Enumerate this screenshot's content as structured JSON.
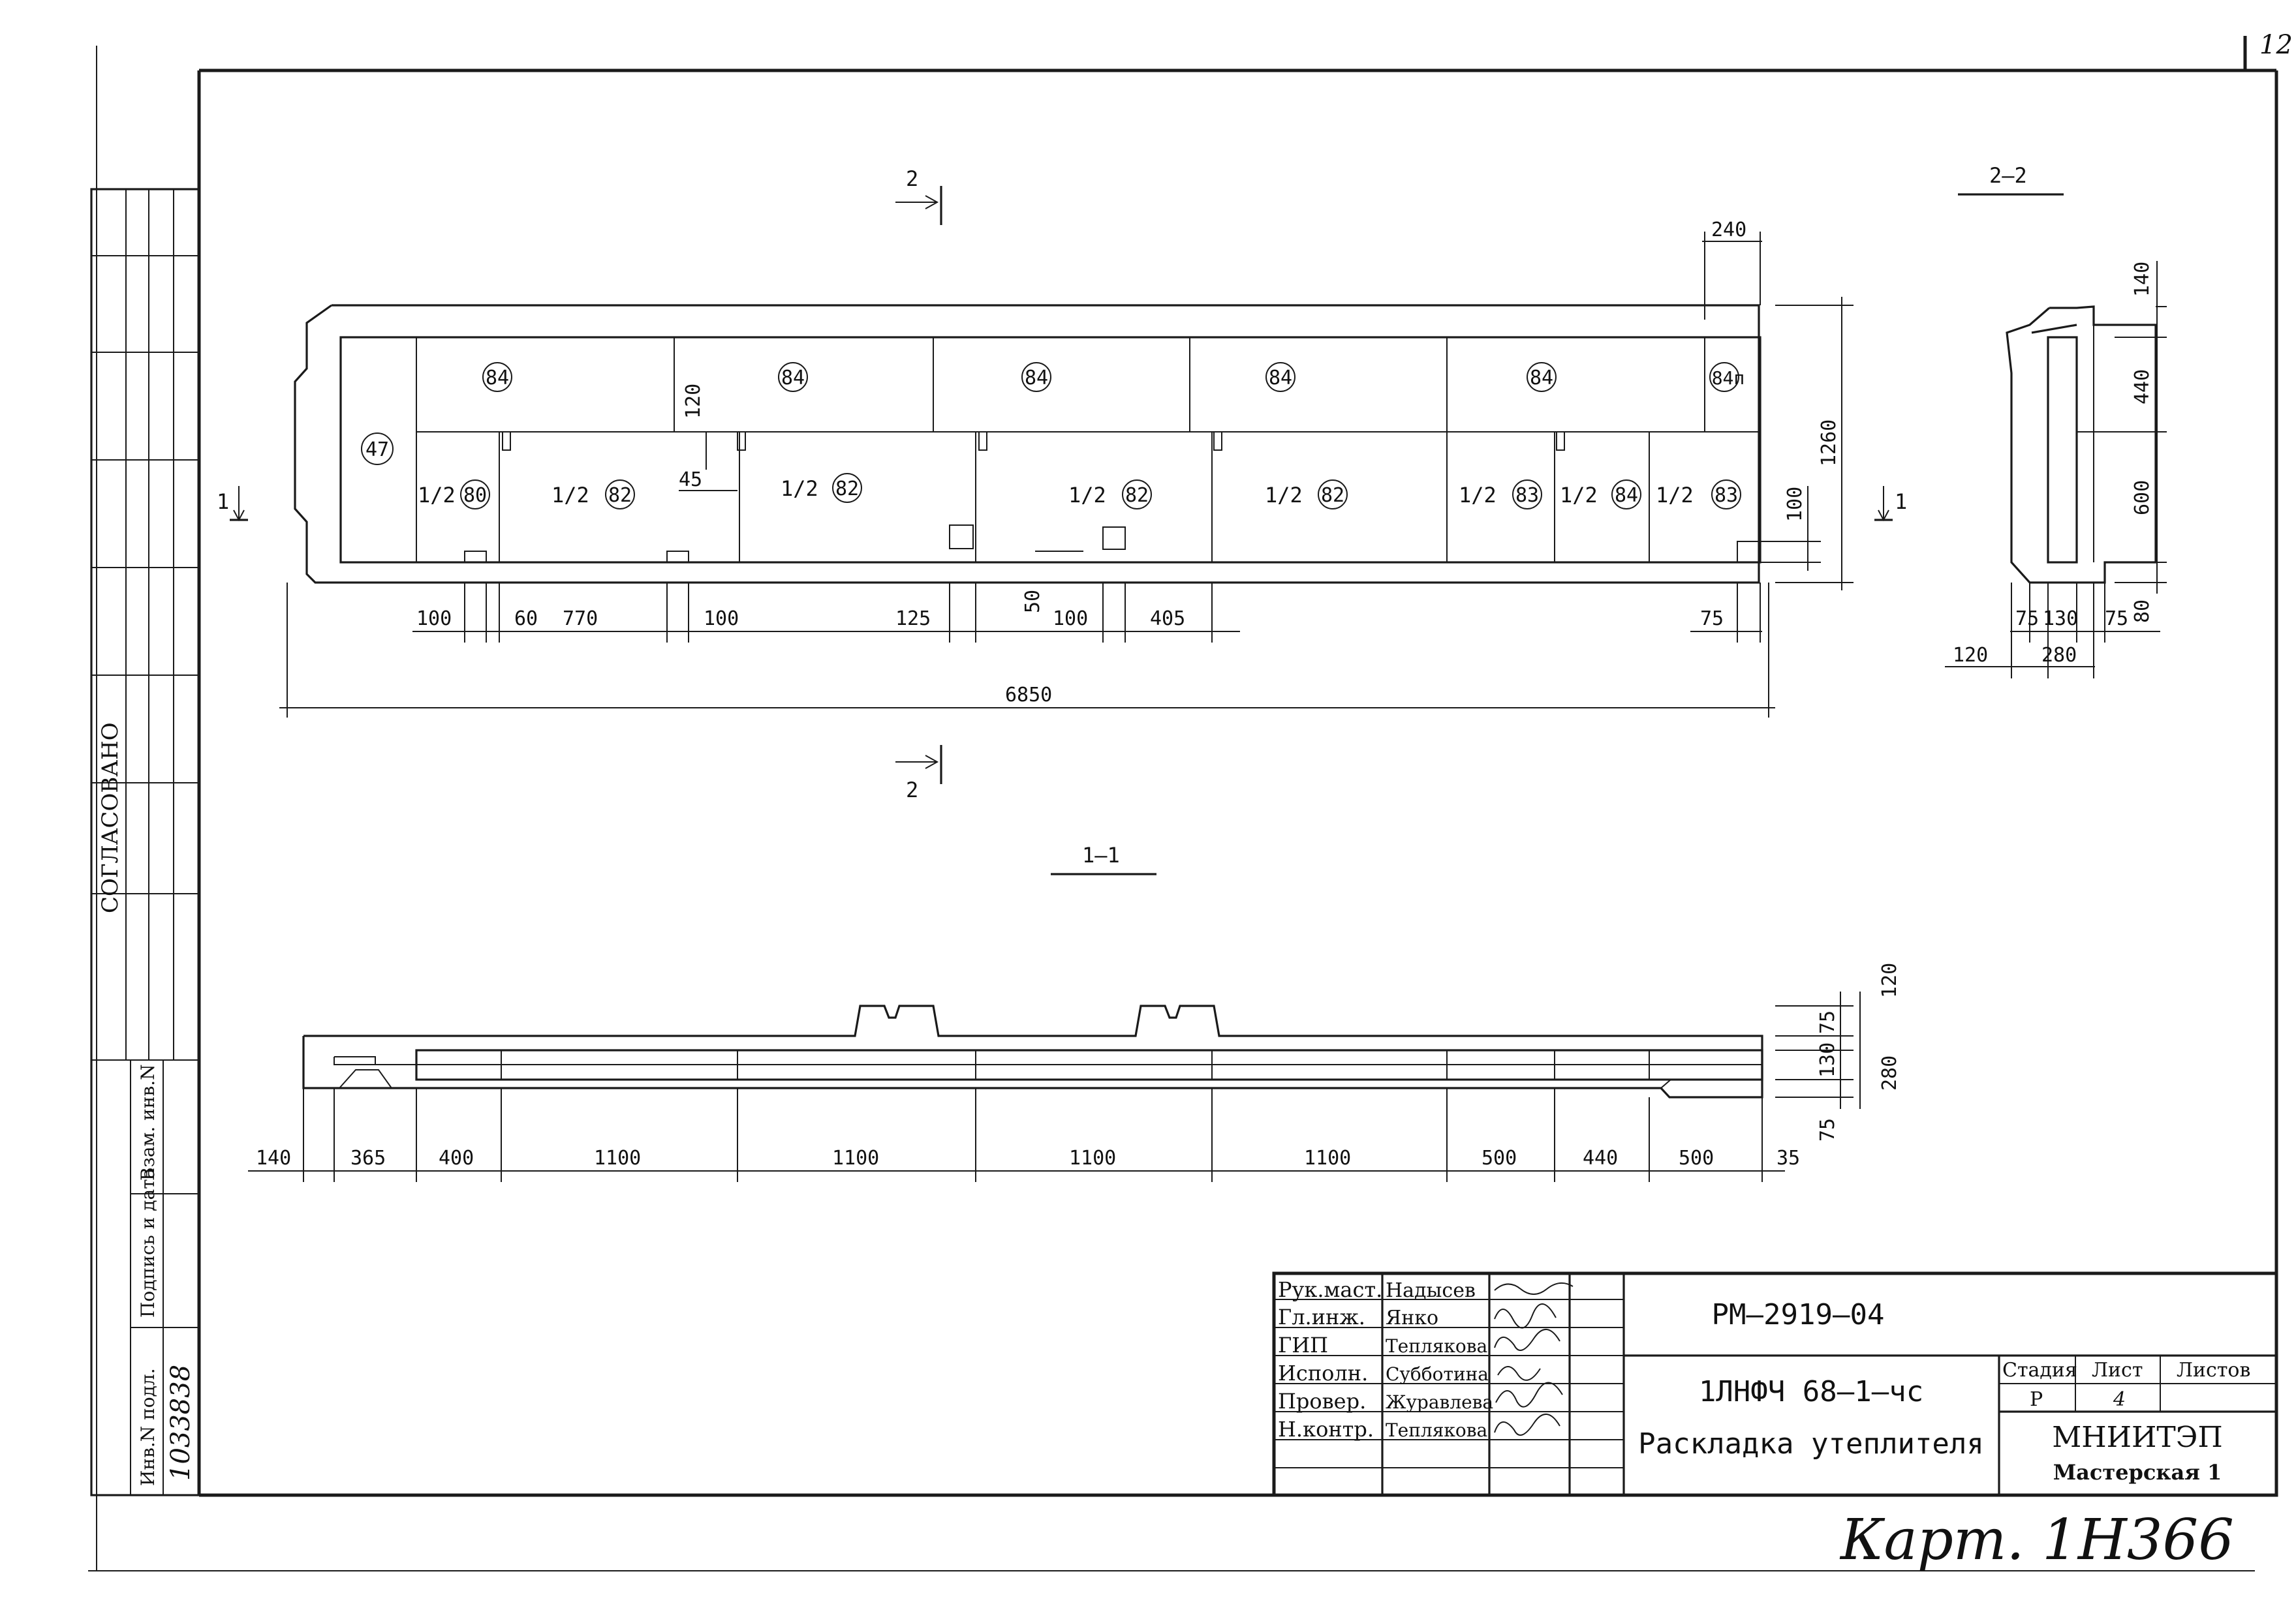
{
  "corner_number": "12",
  "sections": {
    "cut_2_top": "2",
    "cut_2_bottom": "2",
    "cut_1_left": "1",
    "cut_1_right": "1",
    "section_2_2": "2–2",
    "section_1_1": "1–1"
  },
  "plan": {
    "marks_top": [
      "84",
      "84",
      "84",
      "84",
      "84",
      "84п"
    ],
    "mark_left": "47",
    "lower_panels": [
      {
        "prefix": "1/2",
        "mark": "80"
      },
      {
        "prefix": "1/2",
        "mark": "82"
      },
      {
        "prefix": "1/2",
        "mark": "82"
      },
      {
        "prefix": "1/2",
        "mark": "82"
      },
      {
        "prefix": "1/2",
        "mark": "82"
      },
      {
        "prefix": "1/2",
        "mark": "83"
      },
      {
        "prefix": "1/2",
        "mark": "84"
      },
      {
        "prefix": "1/2",
        "mark": "83"
      }
    ],
    "dims_bottom": [
      "100",
      "60",
      "770",
      "100",
      "125",
      "100",
      "405",
      "75"
    ],
    "dim_total": "6850",
    "dim_top_right": "240",
    "dim_right_height": "1260",
    "dim_right_small": "100",
    "dim_inner_120": "120",
    "dim_inner_45": "45",
    "dim_inner_50": "50"
  },
  "section_2_2": {
    "dims_right": [
      "140",
      "440",
      "600",
      "80"
    ],
    "dims_bottom_top": [
      "75",
      "130",
      "75"
    ],
    "dims_bottom": [
      "120",
      "280"
    ]
  },
  "section_1_1": {
    "dims_bottom": [
      "140",
      "365",
      "400",
      "1100",
      "1100",
      "1100",
      "1100",
      "500",
      "440",
      "500",
      "35"
    ],
    "dims_right": [
      "75",
      "120",
      "130",
      "280",
      "75"
    ]
  },
  "side_stamp": {
    "agreed": "СОГЛАСОВАНО",
    "inv_orig": "Инв.N подл.",
    "sign_date": "Подпись и дата",
    "replace_inv": "Взам. инв.N",
    "inv_number": "1033838"
  },
  "title_block": {
    "roles": [
      "Рук.маст.",
      "Гл.инж.",
      "ГИП",
      "Исполн.",
      "Провер.",
      "Н.контр."
    ],
    "names": [
      "Надысев",
      "Янко",
      "Теплякова",
      "Субботина",
      "Журавлева",
      "Теплякова"
    ],
    "doc_code": "РМ–2919–04",
    "product": "1ЛНФЧ 68–1–чс",
    "title": "Раскладка утеплителя",
    "stage_label": "Стадия",
    "sheet_label": "Лист",
    "sheets_label": "Листов",
    "stage_value": "Р",
    "sheet_value": "4",
    "org": "МНИИТЭП",
    "workshop": "Мастерская 1"
  },
  "handwritten_note": "Карт. 1Н366"
}
